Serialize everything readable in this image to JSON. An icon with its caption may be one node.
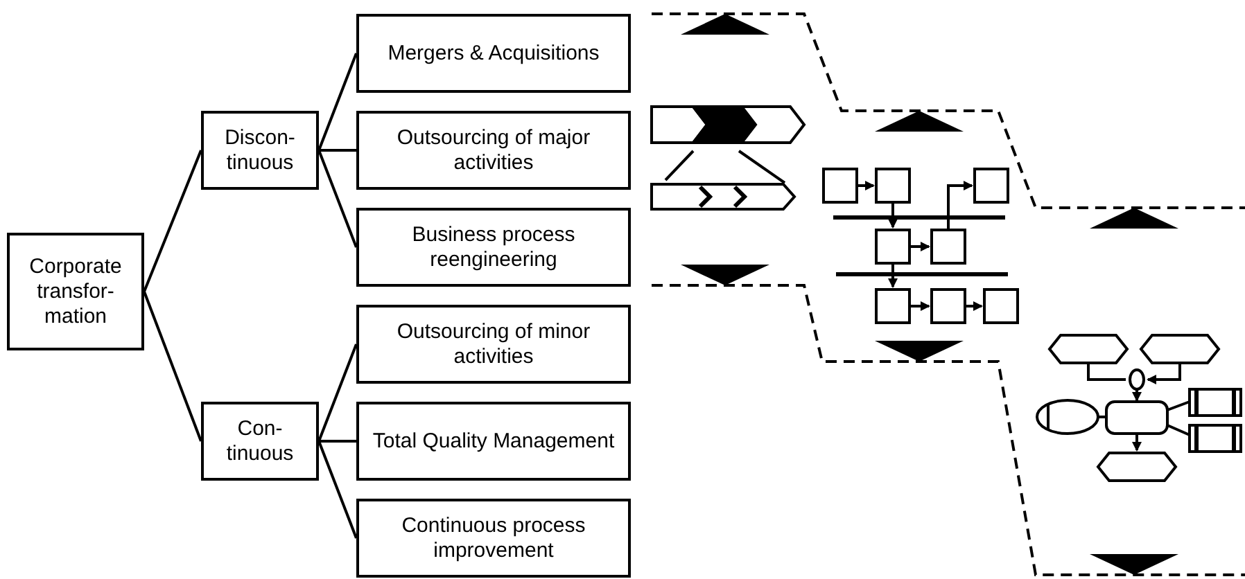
{
  "diagram": {
    "nodes": [
      {
        "text": [
          "Corporate transfor-mation"
        ]
      },
      {
        "text": [
          "Discon-tinuous"
        ]
      },
      {
        "text": [
          "Mergers & Acquisitions"
        ]
      },
      {
        "text": [
          "Outsourcing of major activities"
        ]
      },
      {
        "text": [
          "Business process reengineering"
        ]
      },
      {
        "text": [
          "Con-tinuous"
        ]
      },
      {
        "text": [
          "Outsourcing of minor activities"
        ]
      },
      {
        "text": [
          "Total Quality Management"
        ]
      },
      {
        "text": [
          "Continuous process improvement"
        ]
      }
    ],
    "edges": [
      {
        "from": 0,
        "to": 1,
        "arrow": "none"
      },
      {
        "from": 0,
        "to": 5,
        "arrow": "none"
      },
      {
        "from": 1,
        "to": 2,
        "arrow": "none"
      },
      {
        "from": 1,
        "to": 3,
        "arrow": "none"
      },
      {
        "from": 1,
        "to": 4,
        "arrow": "none"
      },
      {
        "from": 5,
        "to": 6,
        "arrow": "none"
      },
      {
        "from": 5,
        "to": 7,
        "arrow": "none"
      },
      {
        "from": 5,
        "to": 8,
        "arrow": "none"
      }
    ]
  }
}
